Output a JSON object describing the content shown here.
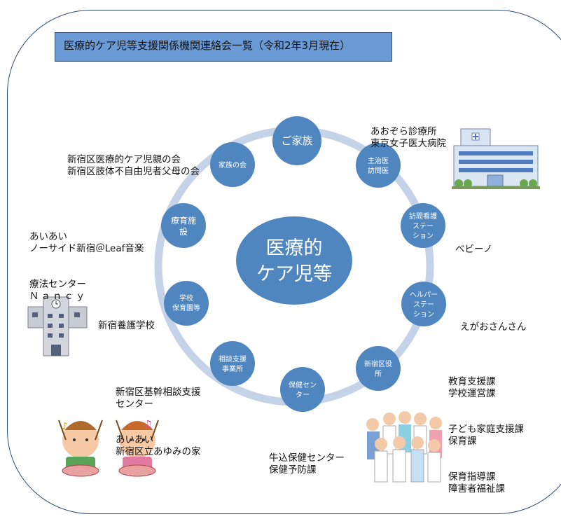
{
  "title": "医療的ケア児等支援関係機関連絡会一覧（令和2年3月現在）",
  "center": {
    "lines": [
      "医療的",
      "ケア児等"
    ]
  },
  "nodes": [
    {
      "id": "family",
      "lines": [
        "ご家族"
      ]
    },
    {
      "id": "doctor",
      "lines": [
        "主治医",
        "訪問医"
      ]
    },
    {
      "id": "visiting-nurse",
      "lines": [
        "訪問看護",
        "ステー",
        "ション"
      ]
    },
    {
      "id": "helper",
      "lines": [
        "ヘルパー",
        "ステー",
        "ション"
      ]
    },
    {
      "id": "ward-office",
      "lines": [
        "新宿区役",
        "所"
      ]
    },
    {
      "id": "health-center",
      "lines": [
        "保健セン",
        "ター"
      ]
    },
    {
      "id": "consultation",
      "lines": [
        "相談支援",
        "事業所"
      ]
    },
    {
      "id": "school",
      "lines": [
        "学校",
        "保育園等"
      ]
    },
    {
      "id": "rehab",
      "lines": [
        "療育施",
        "設"
      ]
    },
    {
      "id": "family-assoc",
      "lines": [
        "家族の会"
      ]
    }
  ],
  "labels": {
    "doctor": [
      "あおぞら診療所",
      "東京女子医大病院"
    ],
    "visiting_nurse": [
      "ベビーノ"
    ],
    "helper": [
      "えがおさんさん"
    ],
    "ward_office": [
      "教育支援課",
      "学校運営課",
      "子ども家庭支援課",
      "保育課",
      "保育指導課",
      "障害者福祉課"
    ],
    "health_center": [
      "牛込保健センター",
      "保健予防課"
    ],
    "consultation": [
      "新宿区基幹相談支援",
      "センター",
      "あいあい",
      "新宿区立あゆみの家"
    ],
    "school": [
      "新宿養護学校"
    ],
    "rehab": [
      "あいあい",
      "ノーサイド新宿＠Leaf音楽",
      "療法センター",
      "Ｎａｎｃｙ"
    ],
    "family_assoc": [
      "新宿区医療的ケア児親の会",
      "新宿区肢体不自由児者父母の会"
    ]
  },
  "icons": [
    "hospital-icon",
    "school-building-icon",
    "children-drums-icon",
    "staff-group-icon"
  ],
  "colors": {
    "node": "#4f86bf",
    "ring": "#c5d3e8",
    "title_bg": "#6b9bd6",
    "frame": "#2e4f74"
  }
}
